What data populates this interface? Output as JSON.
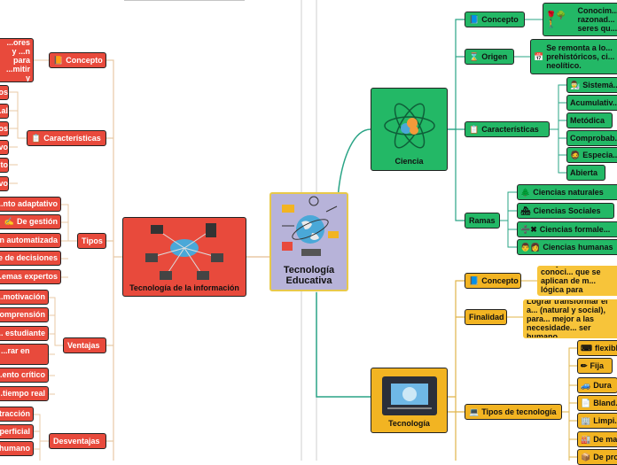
{
  "colors": {
    "red": "#e84a3c",
    "green": "#23b866",
    "yellow": "#f2b422",
    "center": "#b7b3d9",
    "line_red": "#e8c9a6",
    "line_green": "#2aa486",
    "line_yellow": "#e0b54a"
  },
  "center": {
    "title": "Tecnología Educativa"
  },
  "ciencia": {
    "title": "Ciencia",
    "concepto": {
      "label": "Concepto",
      "text": "Conocim... razonad... seres qu..."
    },
    "origen": {
      "label": "Origen",
      "text": "Se remonta a lo... prehistóricos, ci... neolítico."
    },
    "caracteristicas": {
      "label": "Características",
      "items": [
        "Sistemá...",
        "Acumulativ...",
        "Metódica",
        "Comprobab...",
        "Especia...",
        "Abierta"
      ]
    },
    "ramas": {
      "label": "Ramas",
      "items": [
        "Ciencias naturales",
        "Ciencias Sociales",
        "Ciencias formale...",
        "Ciencias humanas"
      ]
    }
  },
  "tecnologia": {
    "title": "Tecnología",
    "concepto": {
      "label": "Concepto",
      "text": "Conjunto de conoci... que se aplican de m... lógica para resolver..."
    },
    "finalidad": {
      "label": "Finalidad",
      "text": "Lograr transformar el a... (natural y social), para... mejor a las necesidade... ser humano."
    },
    "tipos": {
      "label": "Tipos de tecnología",
      "items": [
        "flexibl...",
        "Fija",
        "Dura",
        "Bland...",
        "Limpi...",
        "De ma...",
        "De pro..."
      ]
    }
  },
  "ti": {
    "title": "Tecnología de la información",
    "concepto": {
      "label": "Concepto",
      "text": "...ores y ...n para ...mitir y"
    },
    "caracteristicas": {
      "label": "Características",
      "items": [
        "...os",
        "...al",
        "...os",
        "...vo",
        "...to",
        "...vo"
      ]
    },
    "tipos": {
      "label": "Tipos",
      "items": [
        "...nto adaptativo",
        "De gestión",
        "...n automatizada",
        "...e de decisiones",
        "...emas expertos"
      ]
    },
    "ventajas": {
      "label": "Ventajas",
      "items": [
        "...motivación",
        "...omprensión",
        "... estudiante",
        "...rar en",
        "...ento crítico",
        "...tiempo real"
      ]
    },
    "desventajas": {
      "label": "Desventajas",
      "items": [
        "...tracción",
        "...perficial",
        "...humano"
      ]
    }
  },
  "icons": [
    "concept-icon",
    "origin-icon",
    "checklist-icon",
    "branch-icon",
    "book-icon",
    "calendar-icon",
    "scientist-icon",
    "plant-icon",
    "people-icon",
    "math-icon",
    "brain-icon",
    "writing-icon",
    "computer-icon",
    "gear-icon"
  ]
}
